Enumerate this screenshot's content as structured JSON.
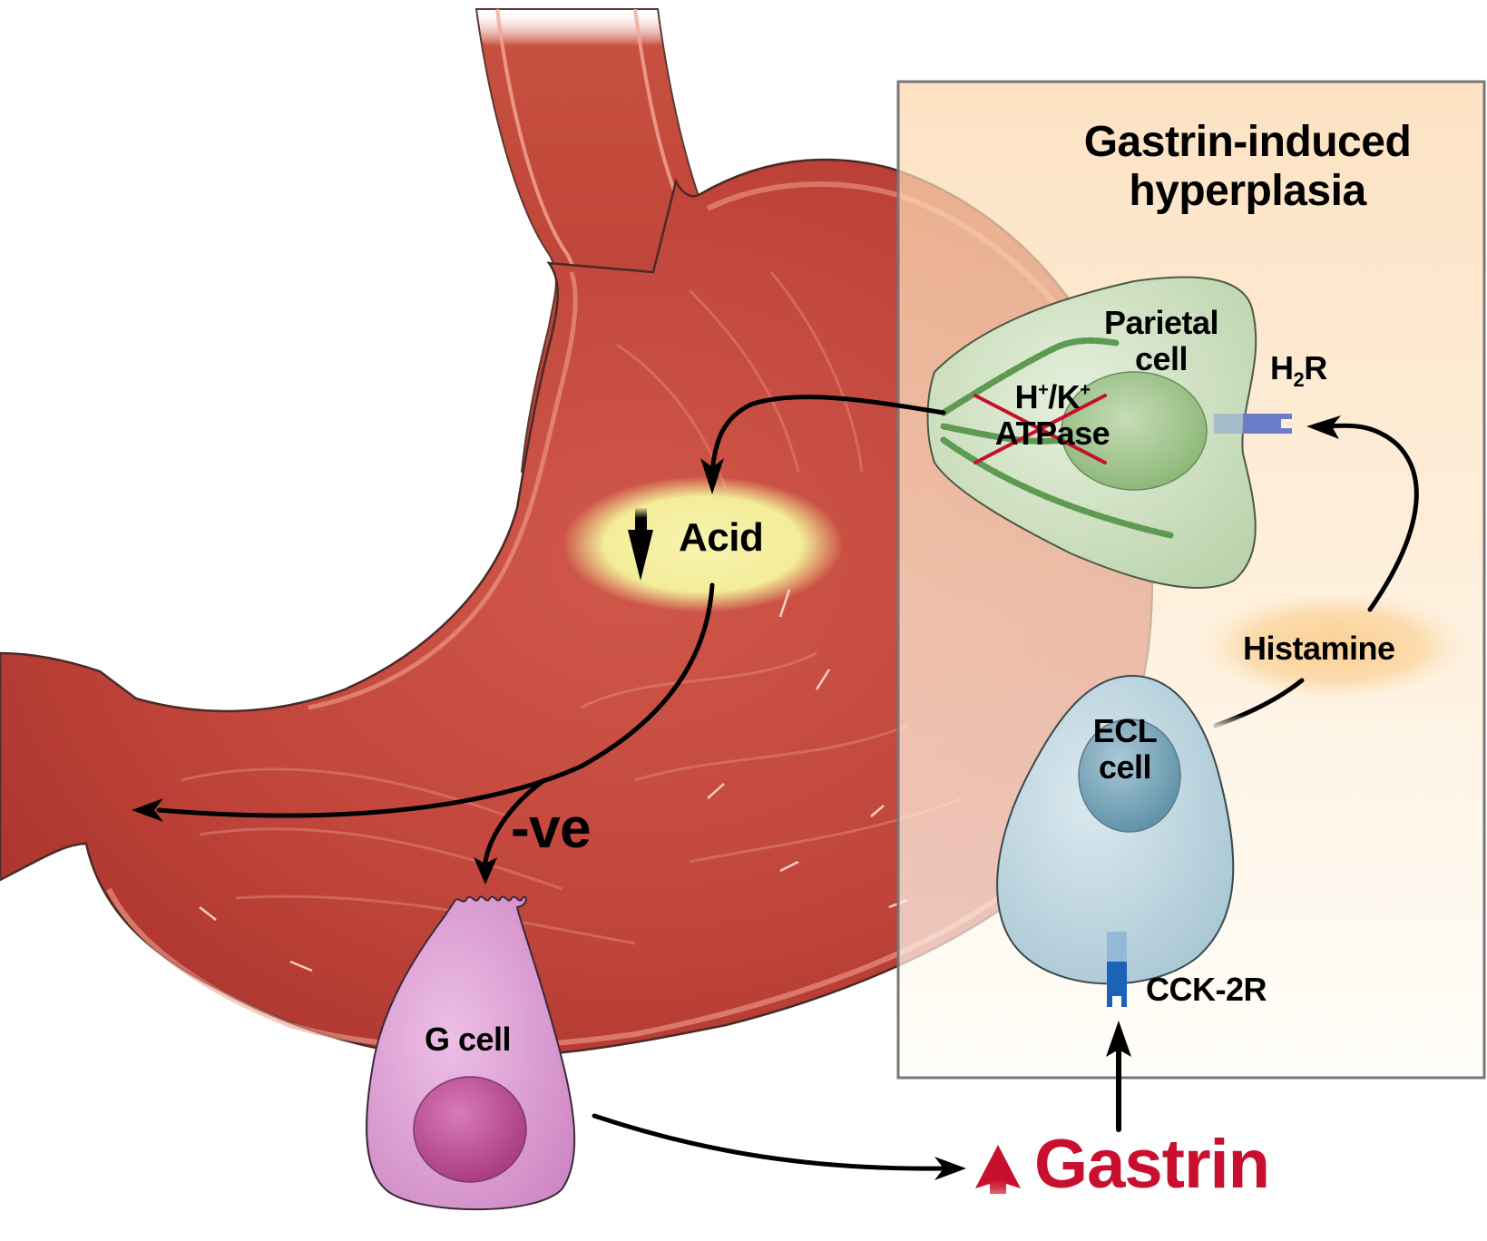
{
  "diagram": {
    "title_line1": "Gastrin-induced",
    "title_line2": "hyperplasia",
    "labels": {
      "parietal_cell_line1": "Parietal",
      "parietal_cell_line2": "cell",
      "proton_pump_h": "H",
      "proton_pump_h_sup": "+",
      "proton_pump_sep": "/K",
      "proton_pump_k_sup": "+",
      "proton_pump_line2": "ATPase",
      "h2r_prefix": "H",
      "h2r_sub": "2",
      "h2r_suffix": "R",
      "acid": "Acid",
      "histamine": "Histamine",
      "ecl_cell_line1": "ECL",
      "ecl_cell_line2": "cell",
      "cck2r": "CCK-2R",
      "negative_feedback": "-ve",
      "g_cell": "G cell",
      "gastrin": "Gastrin"
    },
    "indicators": {
      "acid_direction": "decrease",
      "gastrin_direction": "increase",
      "proton_pump_state": "inhibited"
    },
    "colors": {
      "stomach": "#c2453a",
      "stomach_light": "#e07a6a",
      "panel_top": "#fcd9b0",
      "panel_bottom": "#fffdf8",
      "panel_border": "#777777",
      "parietal_cell": "#cfe3c4",
      "parietal_nucleus": "#9cc489",
      "canaliculi": "#5e9a52",
      "ecl_cell": "#b9d4e0",
      "ecl_nucleus": "#6f9db2",
      "g_cell": "#d99bd0",
      "g_nucleus": "#b0448e",
      "receptor_h2r": "#6b7dc9",
      "receptor_cck": "#1c62b8",
      "acid_glow": "#f5f0a0",
      "histamine_glow": "#fbd29a",
      "gastrin_red": "#c8102e",
      "inhibit_cross": "#c8102e",
      "arrow": "#000000"
    }
  }
}
